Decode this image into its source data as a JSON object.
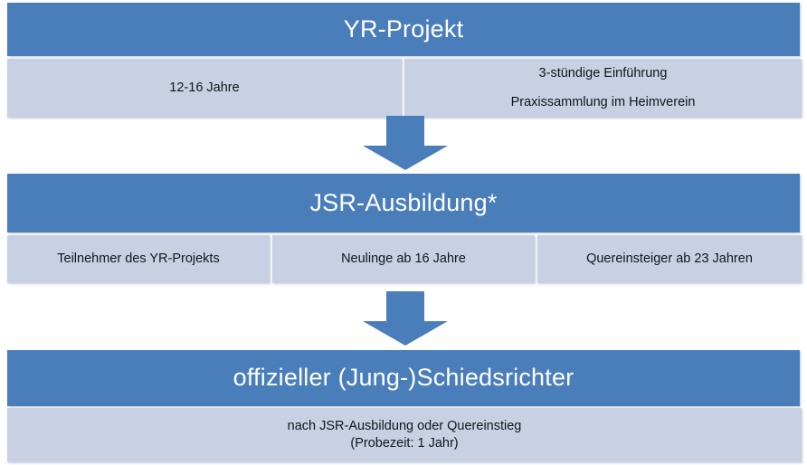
{
  "theme": {
    "accent_blue": "#4a7ebb",
    "band_blue": "#c7d1e3",
    "header_text": "#ffffff",
    "body_text": "#11161d",
    "page_background": "#ffffff"
  },
  "diagram": {
    "type": "flowchart-vertical",
    "stages": [
      {
        "id": "yr-projekt",
        "title": "YR-Projekt",
        "cells": [
          {
            "id": "alter",
            "lines": [
              "12-16 Jahre"
            ]
          },
          {
            "id": "inhalt",
            "lines": [
              "3-stündige Einführung",
              "Praxissammlung im Heimverein"
            ]
          }
        ]
      },
      {
        "id": "jsr-ausbildung",
        "title": "JSR-Ausbildung*",
        "cells": [
          {
            "id": "teilnehmer",
            "lines": [
              "Teilnehmer des YR-Projekts"
            ]
          },
          {
            "id": "neulinge",
            "lines": [
              "Neulinge ab 16 Jahre"
            ]
          },
          {
            "id": "quereinsteiger",
            "lines": [
              "Quereinsteiger ab 23 Jahren"
            ]
          }
        ]
      },
      {
        "id": "schiedsrichter",
        "title": "offizieller (Jung-)Schiedsrichter",
        "cells": [
          {
            "id": "voraussetzung",
            "lines": [
              "nach JSR-Ausbildung oder Quereinstieg",
              "(Probezeit: 1 Jahr)"
            ]
          }
        ]
      }
    ],
    "connectors": [
      {
        "id": "arrow-1",
        "icon": "arrow-down-icon",
        "from": "yr-projekt",
        "to": "jsr-ausbildung"
      },
      {
        "id": "arrow-2",
        "icon": "arrow-down-icon",
        "from": "jsr-ausbildung",
        "to": "schiedsrichter"
      }
    ]
  }
}
